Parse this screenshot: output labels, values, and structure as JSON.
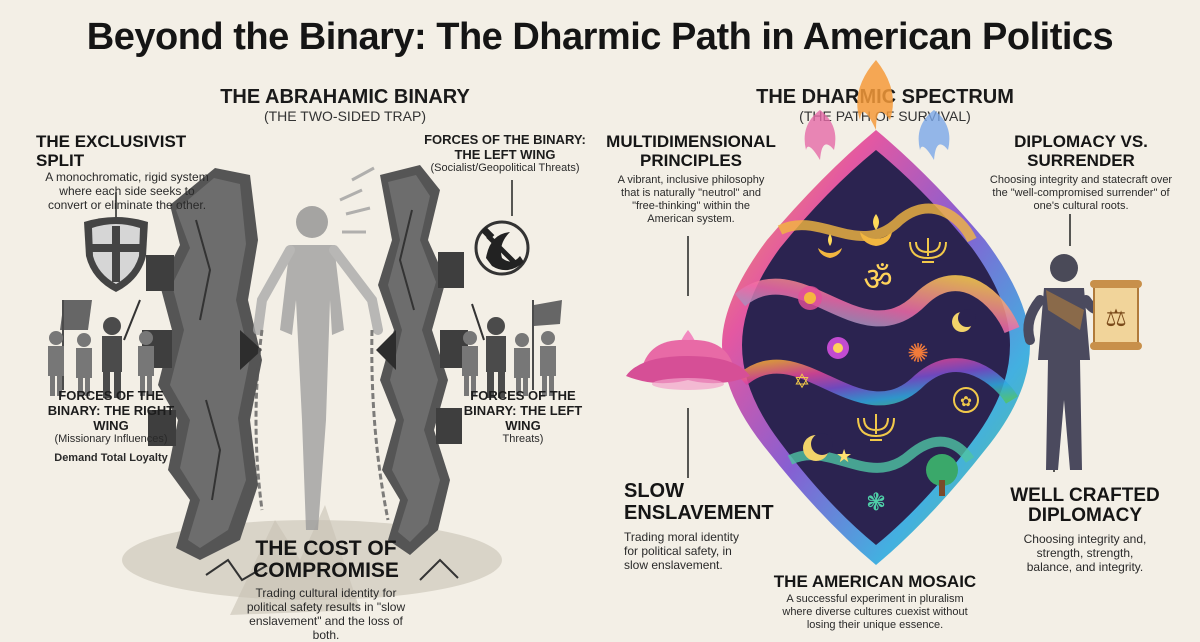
{
  "title": "Beyond the Binary: The Dharmic Path in American Politics",
  "left": {
    "heading": "THE ABRAHAMIC BINARY",
    "subheading": "(THE TWO-SIDED TRAP)",
    "exclusivist": {
      "title": "THE EXCLUSIVIST SPLIT",
      "body": "A monochromatic, rigid system where each side seeks to convert or eliminate the other."
    },
    "left_wing_top": {
      "title": "FORCES OF THE BINARY: THE LEFT WING",
      "body": "(Socialist/Geopolitical Threats)"
    },
    "right_wing": {
      "title": "FORCES OF THE BINARY: THE RIGHT WING",
      "body": "(Missionary Influences)",
      "note": "Demand Total Loyalty"
    },
    "left_wing_bottom": {
      "title": "FORCES OF THE BINARY: THE LEFT WING",
      "body": "Threats)"
    },
    "cost": {
      "title": "THE COST OF COMPROMISE",
      "body": "Trading cultural identity for political safety results in \"slow enslavement\" and the loss of both."
    }
  },
  "right": {
    "heading": "THE DHARMIC SPECTRUM",
    "subheading": "(THE PATH OF SURVIVAL)",
    "principles": {
      "title": "MULTIDIMENSIONAL PRINCIPLES",
      "body": "A vibrant, inclusive philosophy that is naturally \"neutrol\" and \"free-thinking\" within the American system."
    },
    "diplomacy": {
      "title": "DIPLOMACY VS. SURRENDER",
      "body": "Choosing integrity and statecraft over the \"well-compromised surrender\" of one's cultural roots."
    },
    "slow": {
      "title": "SLOW ENSLAVEMENT",
      "body": "Trading moral identity for political safety, in slow enslavement."
    },
    "crafted": {
      "title": "WELL CRAFTED DIPLOMACY",
      "body": "Choosing integrity and, strength, strength, balance, and integrity."
    },
    "mosaic": {
      "title": "THE AMERICAN MOSAIC",
      "body": "A successful experiment in pluralism where diverse cultures cuexist without losing their unique essence."
    }
  },
  "colors": {
    "background": "#f3efe6",
    "stone": "#4a4a4a",
    "lotus": "#e86aa6",
    "mosaic_dark": "#2b2350"
  }
}
